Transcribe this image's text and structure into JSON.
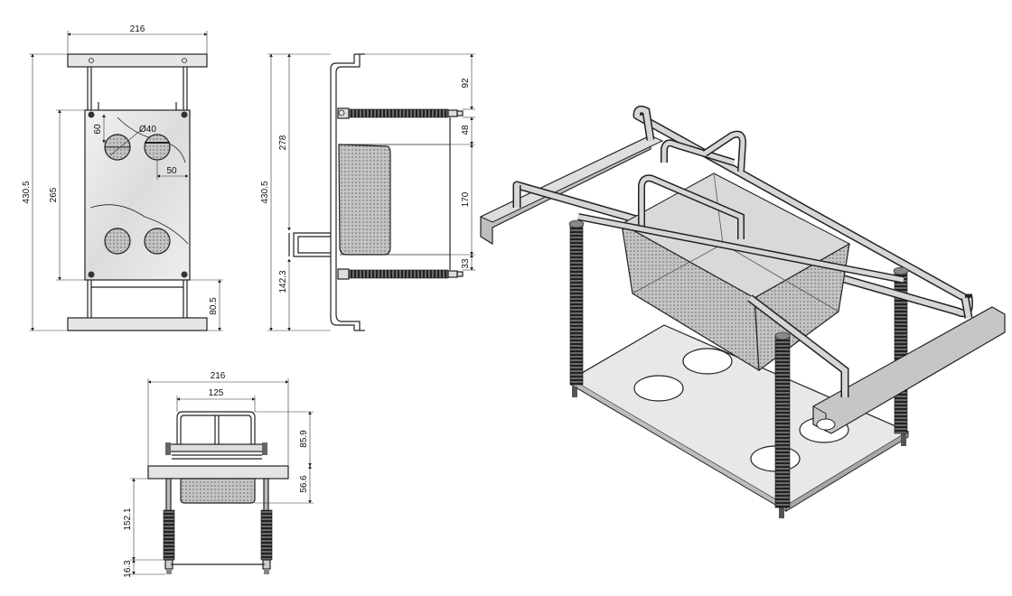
{
  "front_view": {
    "dims": {
      "width": "216",
      "height_total": "430.5",
      "plate_height": "265",
      "hole_diameter": "Ø40",
      "hole_offset_v": "60",
      "hole_offset_h": "50",
      "leg_offset": "80.5"
    }
  },
  "side_view": {
    "dims": {
      "height_total": "430.5",
      "upper": "278",
      "lower": "142.3",
      "top_gap": "92",
      "spring_gap": "48",
      "basket": "170",
      "bottom_gap": "33"
    }
  },
  "top_view": {
    "dims": {
      "width": "216",
      "inner_width": "125",
      "upper_height": "85.9",
      "mid_height": "56.6",
      "leg_height": "152.1",
      "foot_height": "16.3"
    }
  },
  "iso_view": {
    "colors": {
      "metal": "#c8c8c8",
      "metal_dark": "#8a8a8a",
      "mesh": "#b0b0b0",
      "spring": "#3a3a3a"
    }
  },
  "colors": {
    "line": "#222222",
    "plate": "#e2e2e2",
    "mesh": "#9e9e9e",
    "spring": "#3c3c3c"
  }
}
